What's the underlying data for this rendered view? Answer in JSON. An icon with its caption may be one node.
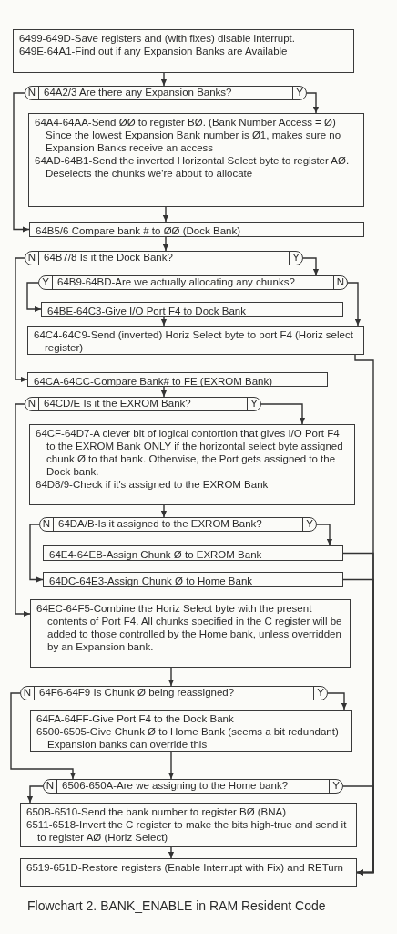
{
  "diagram": {
    "caption": "Flowchart 2. BANK_ENABLE in RAM Resident Code",
    "nodes": [
      {
        "text": [
          "6499-649D-Save registers and (with fixes) disable interrupt.",
          "649E-64A1-Find out if any Expansion Banks are Available"
        ]
      },
      {
        "text": [
          "N",
          "64A2/3 Are there any Expansion Banks?",
          "Y"
        ]
      },
      {
        "text": [
          "64A4-64AA-Send ØØ to register BØ. (Bank Number Access = Ø) Since the lowest Expansion Bank number is Ø1, makes sure no Expansion Banks receive an access",
          "64AD-64B1-Send the inverted Horizontal Select byte to register AØ. Deselects the chunks we're about to allocate"
        ]
      },
      {
        "text": [
          "64B5/6 Compare bank # to ØØ (Dock Bank)"
        ]
      },
      {
        "text": [
          "N",
          "64B7/8 Is it the Dock Bank?",
          "Y"
        ]
      },
      {
        "text": [
          "Y",
          "64B9-64BD-Are we actually allocating any chunks?",
          "N"
        ]
      },
      {
        "text": [
          "64BE-64C3-Give I/O Port F4 to Dock Bank"
        ]
      },
      {
        "text": [
          "64C4-64C9-Send (inverted) Horiz Select byte to port F4 (Horiz select register)"
        ]
      },
      {
        "text": [
          "64CA-64CC-Compare Bank# to FE (EXROM Bank)"
        ]
      },
      {
        "text": [
          "N",
          "64CD/E Is it the EXROM Bank?",
          "Y"
        ]
      },
      {
        "text": [
          "64CF-64D7-A clever bit of logical contortion that gives I/O Port F4 to the EXROM Bank ONLY if the horizontal select byte assigned chunk Ø to that bank. Otherwise, the Port gets assigned to the Dock bank.",
          "64D8/9-Check if it's assigned to the EXROM Bank"
        ]
      },
      {
        "text": [
          "N",
          "64DA/B-Is it assigned to the EXROM Bank?",
          "Y"
        ]
      },
      {
        "text": [
          "64E4-64EB-Assign Chunk Ø to EXROM Bank"
        ]
      },
      {
        "text": [
          "64DC-64E3-Assign Chunk Ø to Home Bank"
        ]
      },
      {
        "text": [
          "64EC-64F5-Combine the Horiz Select byte with the present contents of Port F4. All chunks specified in the C register will be added to those controlled by the Home bank, unless overridden by an Expansion bank."
        ]
      },
      {
        "text": [
          "N",
          "64F6-64F9 Is Chunk Ø being reassigned?",
          "Y"
        ]
      },
      {
        "text": [
          "64FA-64FF-Give Port F4 to the Dock Bank",
          "6500-6505-Give Chunk Ø to Home Bank (seems a bit redundant) Expansion banks can override this"
        ]
      },
      {
        "text": [
          "N",
          "6506-650A-Are we assigning to the Home bank?",
          "Y"
        ]
      },
      {
        "text": [
          "650B-6510-Send the bank number to register BØ (BNA)",
          "6511-6518-Invert the C register to make the bits high-true and send it to register AØ (Horiz Select)"
        ]
      },
      {
        "text": [
          "6519-651D-Restore registers (Enable Interrupt with Fix) and RETurn"
        ]
      }
    ],
    "edges": [
      {
        "from": 0,
        "to": 1,
        "arrow": "to"
      },
      {
        "from": 1,
        "to": 2,
        "arrow": "to"
      },
      {
        "from": 1,
        "to": 3,
        "arrow": "to"
      },
      {
        "from": 2,
        "to": 3,
        "arrow": "to"
      },
      {
        "from": 3,
        "to": 4,
        "arrow": "to"
      },
      {
        "from": 4,
        "to": 5,
        "arrow": "to"
      },
      {
        "from": 4,
        "to": 8,
        "arrow": "to"
      },
      {
        "from": 5,
        "to": 6,
        "arrow": "to"
      },
      {
        "from": 5,
        "to": 7,
        "arrow": "to"
      },
      {
        "from": 6,
        "to": 7,
        "arrow": "to"
      },
      {
        "from": 7,
        "to": 19,
        "arrow": "to"
      },
      {
        "from": 8,
        "to": 9,
        "arrow": "to"
      },
      {
        "from": 9,
        "to": 10,
        "arrow": "to"
      },
      {
        "from": 9,
        "to": 14,
        "arrow": "to"
      },
      {
        "from": 10,
        "to": 11,
        "arrow": "to"
      },
      {
        "from": 11,
        "to": 12,
        "arrow": "to"
      },
      {
        "from": 11,
        "to": 13,
        "arrow": "to"
      },
      {
        "from": 12,
        "to": 19,
        "arrow": "to"
      },
      {
        "from": 13,
        "to": 19,
        "arrow": "to"
      },
      {
        "from": 14,
        "to": 15,
        "arrow": "to"
      },
      {
        "from": 15,
        "to": 16,
        "arrow": "to"
      },
      {
        "from": 15,
        "to": 17,
        "arrow": "to"
      },
      {
        "from": 16,
        "to": 17,
        "arrow": "to"
      },
      {
        "from": 17,
        "to": 18,
        "arrow": "to"
      },
      {
        "from": 17,
        "to": 19,
        "arrow": "to"
      },
      {
        "from": 18,
        "to": 19,
        "arrow": "to"
      }
    ]
  }
}
